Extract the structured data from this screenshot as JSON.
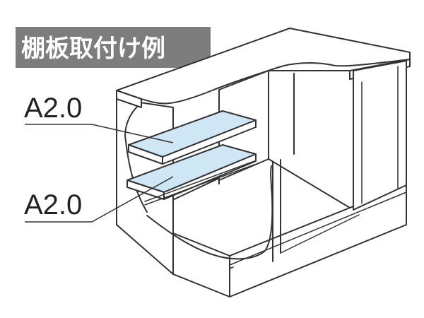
{
  "title": "棚板取付け例",
  "labels": {
    "upper_shelf": "A2.0",
    "lower_shelf": "A2.0"
  },
  "colors": {
    "title_background": "#7d7d7d",
    "title_text": "#ffffff",
    "shelf_fill": "#cfe6f4",
    "outline": "#333333"
  }
}
